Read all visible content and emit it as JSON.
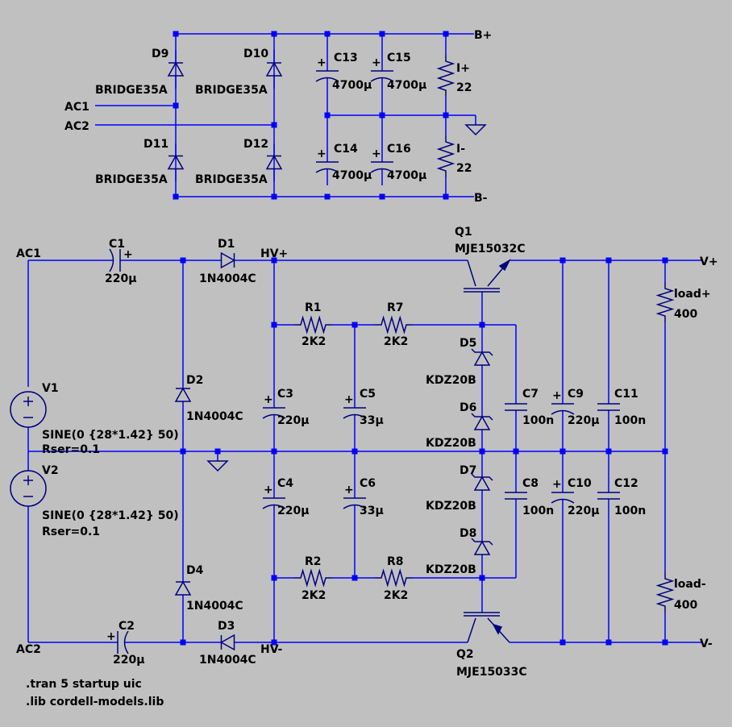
{
  "labels": {
    "D9": "D9",
    "D10": "D10",
    "D11": "D11",
    "D12": "D12",
    "D9v": "BRIDGE35A",
    "D10v": "BRIDGE35A",
    "D11v": "BRIDGE35A",
    "D12v": "BRIDGE35A",
    "C13": "C13",
    "C13v": "4700µ",
    "C15": "C15",
    "C15v": "4700µ",
    "C14": "C14",
    "C14v": "4700µ",
    "C16": "C16",
    "C16v": "4700µ",
    "Ip": "I+",
    "Ipv": "22",
    "Im": "I-",
    "Imv": "22",
    "Bp": "B+",
    "Bm": "B-",
    "AC1top": "AC1",
    "AC2top": "AC2",
    "AC1": "AC1",
    "AC2": "AC2",
    "C1": "C1",
    "C1v": "220µ",
    "C2": "C2",
    "C2v": "220µ",
    "D1": "D1",
    "D1v": "1N4004C",
    "D3": "D3",
    "D3v": "1N4004C",
    "D2": "D2",
    "D2v": "1N4004C",
    "D4": "D4",
    "D4v": "1N4004C",
    "HVp": "HV+",
    "HVm": "HV-",
    "V1": "V1",
    "V1v": "SINE(0 {28*1.42} 50)",
    "V1r": "Rser=0.1",
    "V2": "V2",
    "V2v": "SINE(0 {28*1.42} 50)",
    "V2r": "Rser=0.1",
    "R1": "R1",
    "R1v": "2K2",
    "R7": "R7",
    "R7v": "2K2",
    "R2": "R2",
    "R2v": "2K2",
    "R8": "R8",
    "R8v": "2K2",
    "C3": "C3",
    "C3v": "220µ",
    "C4": "C4",
    "C4v": "220µ",
    "C5": "C5",
    "C5v": "33µ",
    "C6": "C6",
    "C6v": "33µ",
    "D5": "D5",
    "D5v": "KDZ20B",
    "D6": "D6",
    "D6v": "KDZ20B",
    "D7": "D7",
    "D7v": "KDZ20B",
    "D8": "D8",
    "D8v": "KDZ20B",
    "C7": "C7",
    "C7v": "100n",
    "C8": "C8",
    "C8v": "100n",
    "C9": "C9",
    "C9v": "220µ",
    "C10": "C10",
    "C10v": "220µ",
    "C11": "C11",
    "C11v": "100n",
    "C12": "C12",
    "C12v": "100n",
    "Q1": "Q1",
    "Q1v": "MJE15032C",
    "Q2": "Q2",
    "Q2v": "MJE15033C",
    "Vp": "V+",
    "Vm": "V-",
    "loadp": "load+",
    "loadpv": "400",
    "loadm": "load-",
    "loadmv": "400",
    "plus": "+",
    "d1": ".tran 5 startup uic",
    "d2": ".lib cordell-models.lib"
  },
  "colors": {
    "background": "#c0c0c0",
    "wire": "#0000ff",
    "component": "#000080",
    "text": "#000000"
  }
}
